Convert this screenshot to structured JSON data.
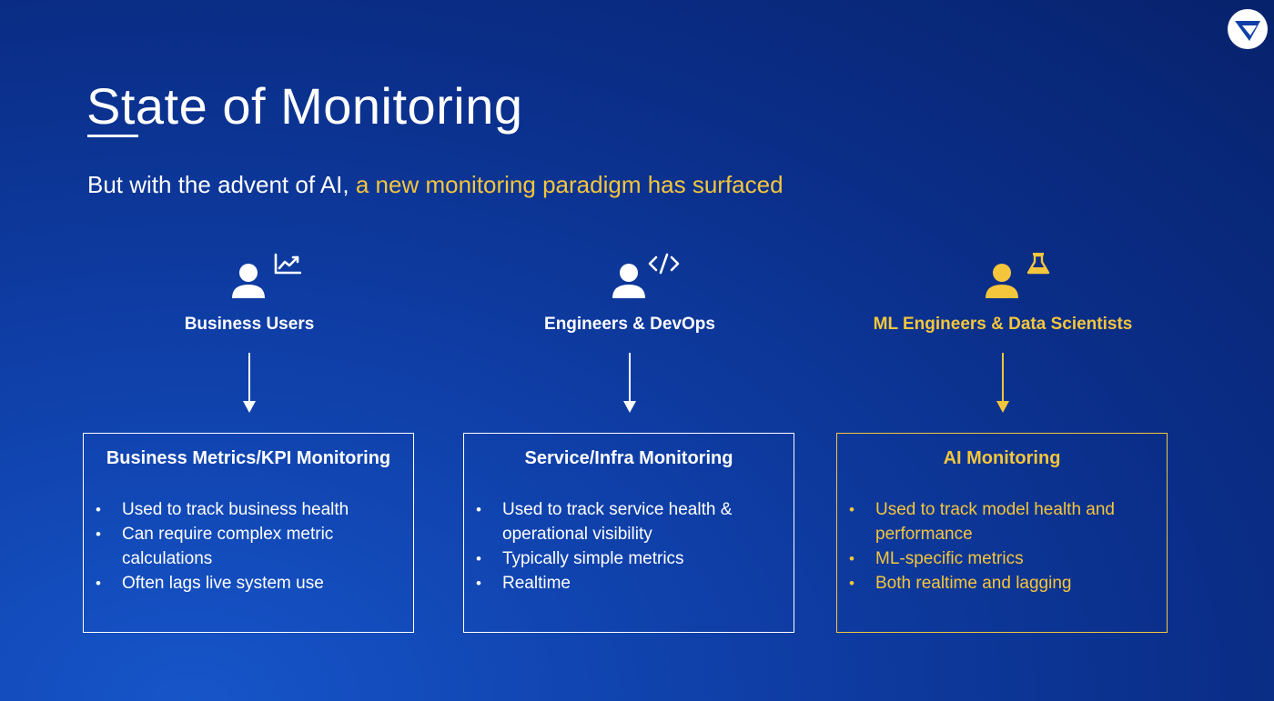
{
  "header": {
    "title": "State of Monitoring",
    "subtitle_plain": "But with the advent of AI, ",
    "subtitle_highlight": "a new monitoring paradigm has surfaced"
  },
  "colors": {
    "accent": "#f5c63c",
    "text": "#ffffff",
    "background_dark": "#07226c",
    "background_light": "#1655c9"
  },
  "columns": [
    {
      "persona": "Business Users",
      "persona_icons": [
        "user-icon",
        "trending-up-chart-icon"
      ],
      "box_title": "Business Metrics/KPI Monitoring",
      "bullets": [
        "Used to track business health",
        "Can require complex metric calculations",
        "Often lags live system use"
      ]
    },
    {
      "persona": "Engineers & DevOps",
      "persona_icons": [
        "user-icon",
        "code-brackets-icon"
      ],
      "box_title": "Service/Infra Monitoring",
      "bullets": [
        "Used to track service health & operational visibility",
        "Typically simple metrics",
        "Realtime"
      ]
    },
    {
      "persona": "ML Engineers & Data Scientists",
      "persona_icons": [
        "user-icon",
        "flask-icon"
      ],
      "box_title": "AI Monitoring",
      "bullets": [
        "Used to track model health and performance",
        "ML-specific metrics",
        "Both realtime and lagging"
      ]
    }
  ],
  "logo": {
    "icon": "brand-logo-icon"
  }
}
